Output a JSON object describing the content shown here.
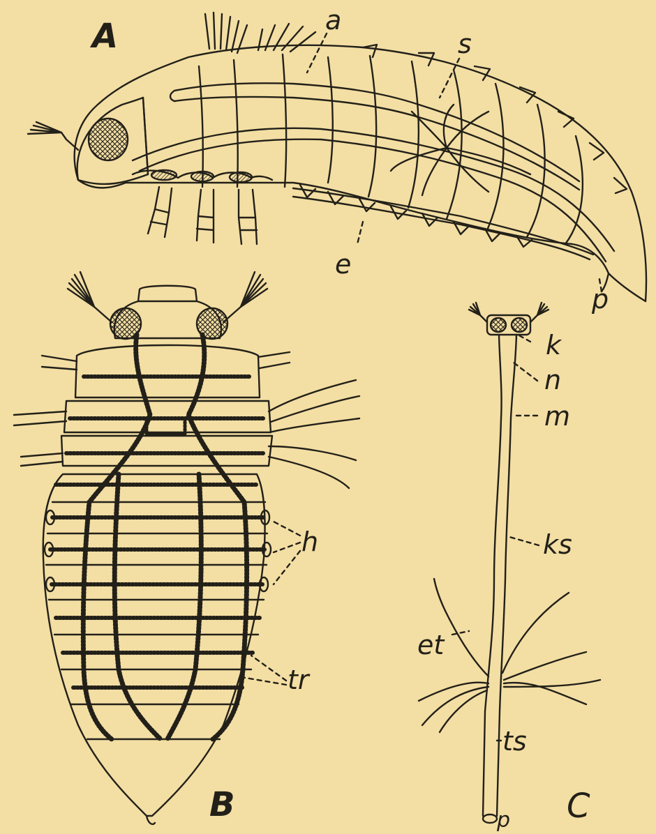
{
  "figure": {
    "panels": [
      {
        "id": "A",
        "label": "A"
      },
      {
        "id": "B",
        "label": "B"
      },
      {
        "id": "C",
        "label": "C"
      }
    ],
    "labels": {
      "a": "a",
      "s": "s",
      "e": "e",
      "p_a": "p",
      "h": "h",
      "tr": "tr",
      "k": "k",
      "n": "n",
      "m": "m",
      "ks": "ks",
      "et": "et",
      "ts": "ts",
      "p_c": "p"
    }
  },
  "colors": {
    "paper": "#f3dea4",
    "ink": "#222018"
  }
}
